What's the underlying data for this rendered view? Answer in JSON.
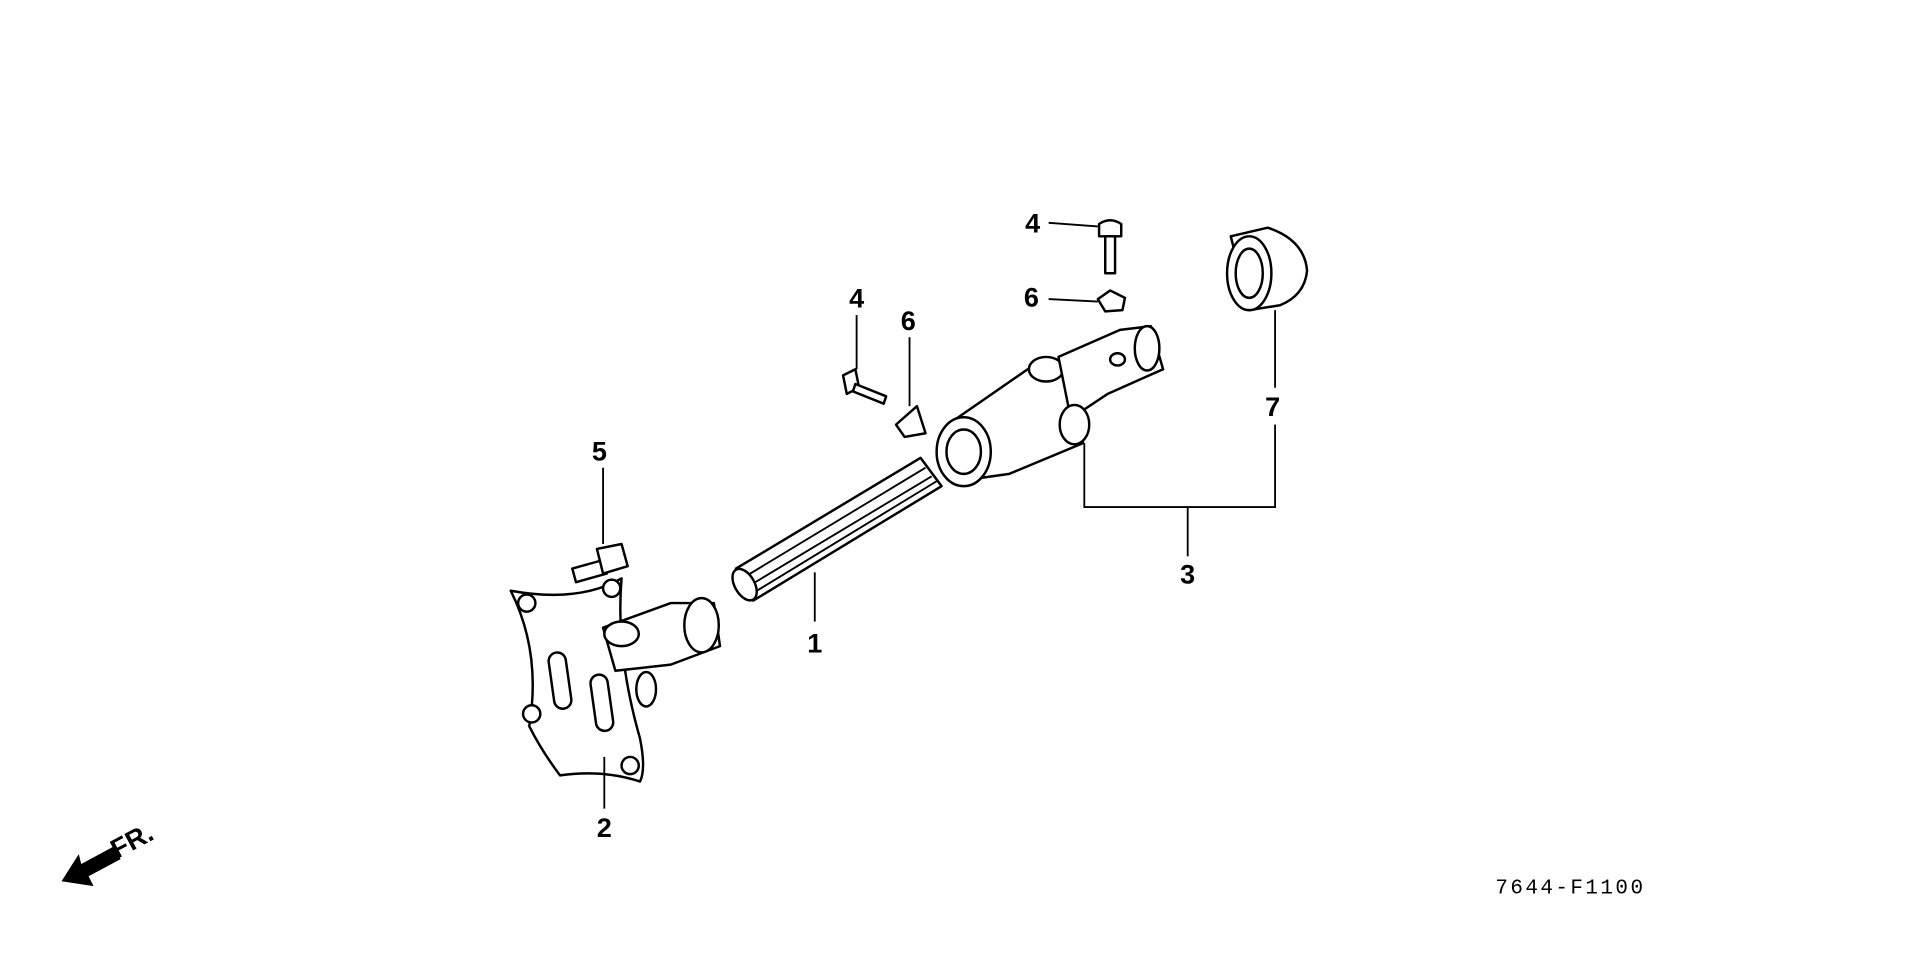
{
  "diagram": {
    "callouts": [
      {
        "id": "1",
        "text": "1"
      },
      {
        "id": "2",
        "text": "2"
      },
      {
        "id": "3",
        "text": "3"
      },
      {
        "id": "4a",
        "text": "4"
      },
      {
        "id": "4b",
        "text": "4"
      },
      {
        "id": "5",
        "text": "5"
      },
      {
        "id": "6a",
        "text": "6"
      },
      {
        "id": "6b",
        "text": "6"
      },
      {
        "id": "7",
        "text": "7"
      }
    ],
    "front_arrow_label": "FR.",
    "figure_code": "7644-F1100"
  }
}
